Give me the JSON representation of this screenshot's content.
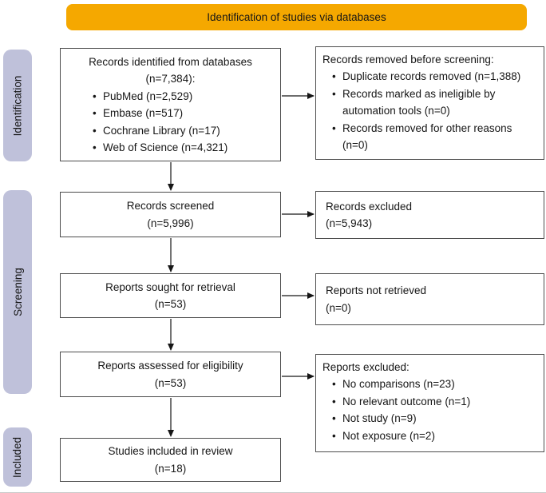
{
  "banner": {
    "label": "Identification of studies via databases"
  },
  "stages": [
    {
      "label": "Identification"
    },
    {
      "label": "Screening"
    },
    {
      "label": "Included"
    }
  ],
  "boxes": {
    "records_identified": {
      "line1": "Records identified from databases",
      "line2": "(n=7,384):",
      "bullets": [
        "PubMed (n=2,529)",
        "Embase (n=517)",
        "Cochrane Library (n=17)",
        "Web of Science (n=4,321)"
      ]
    },
    "records_removed": {
      "title": "Records removed before screening:",
      "bullets": [
        "Duplicate records removed (n=1,388)",
        "Records marked as ineligible by automation tools (n=0)",
        "Records removed for other reasons (n=0)"
      ]
    },
    "records_screened": {
      "line1": "Records screened",
      "line2": "(n=5,996)"
    },
    "records_excluded": {
      "line1": "Records excluded",
      "line2": "(n=5,943)"
    },
    "reports_sought": {
      "line1": "Reports sought for retrieval",
      "line2": "(n=53)"
    },
    "reports_not_retrieved": {
      "line1": "Reports not retrieved",
      "line2": "(n=0)"
    },
    "reports_assessed": {
      "line1": "Reports assessed for eligibility",
      "line2": "(n=53)"
    },
    "reports_excluded": {
      "title": "Reports excluded:",
      "bullets": [
        "No comparisons (n=23)",
        "No relevant outcome (n=1)",
        "Not study (n=9)",
        "Not exposure (n=2)"
      ]
    },
    "studies_included": {
      "line1": "Studies included in review",
      "line2": "(n=18)"
    }
  },
  "colors": {
    "banner_background": "#F5A800",
    "stage_label_background": "#BFC1DA",
    "box_border": "#4D4D4D"
  }
}
